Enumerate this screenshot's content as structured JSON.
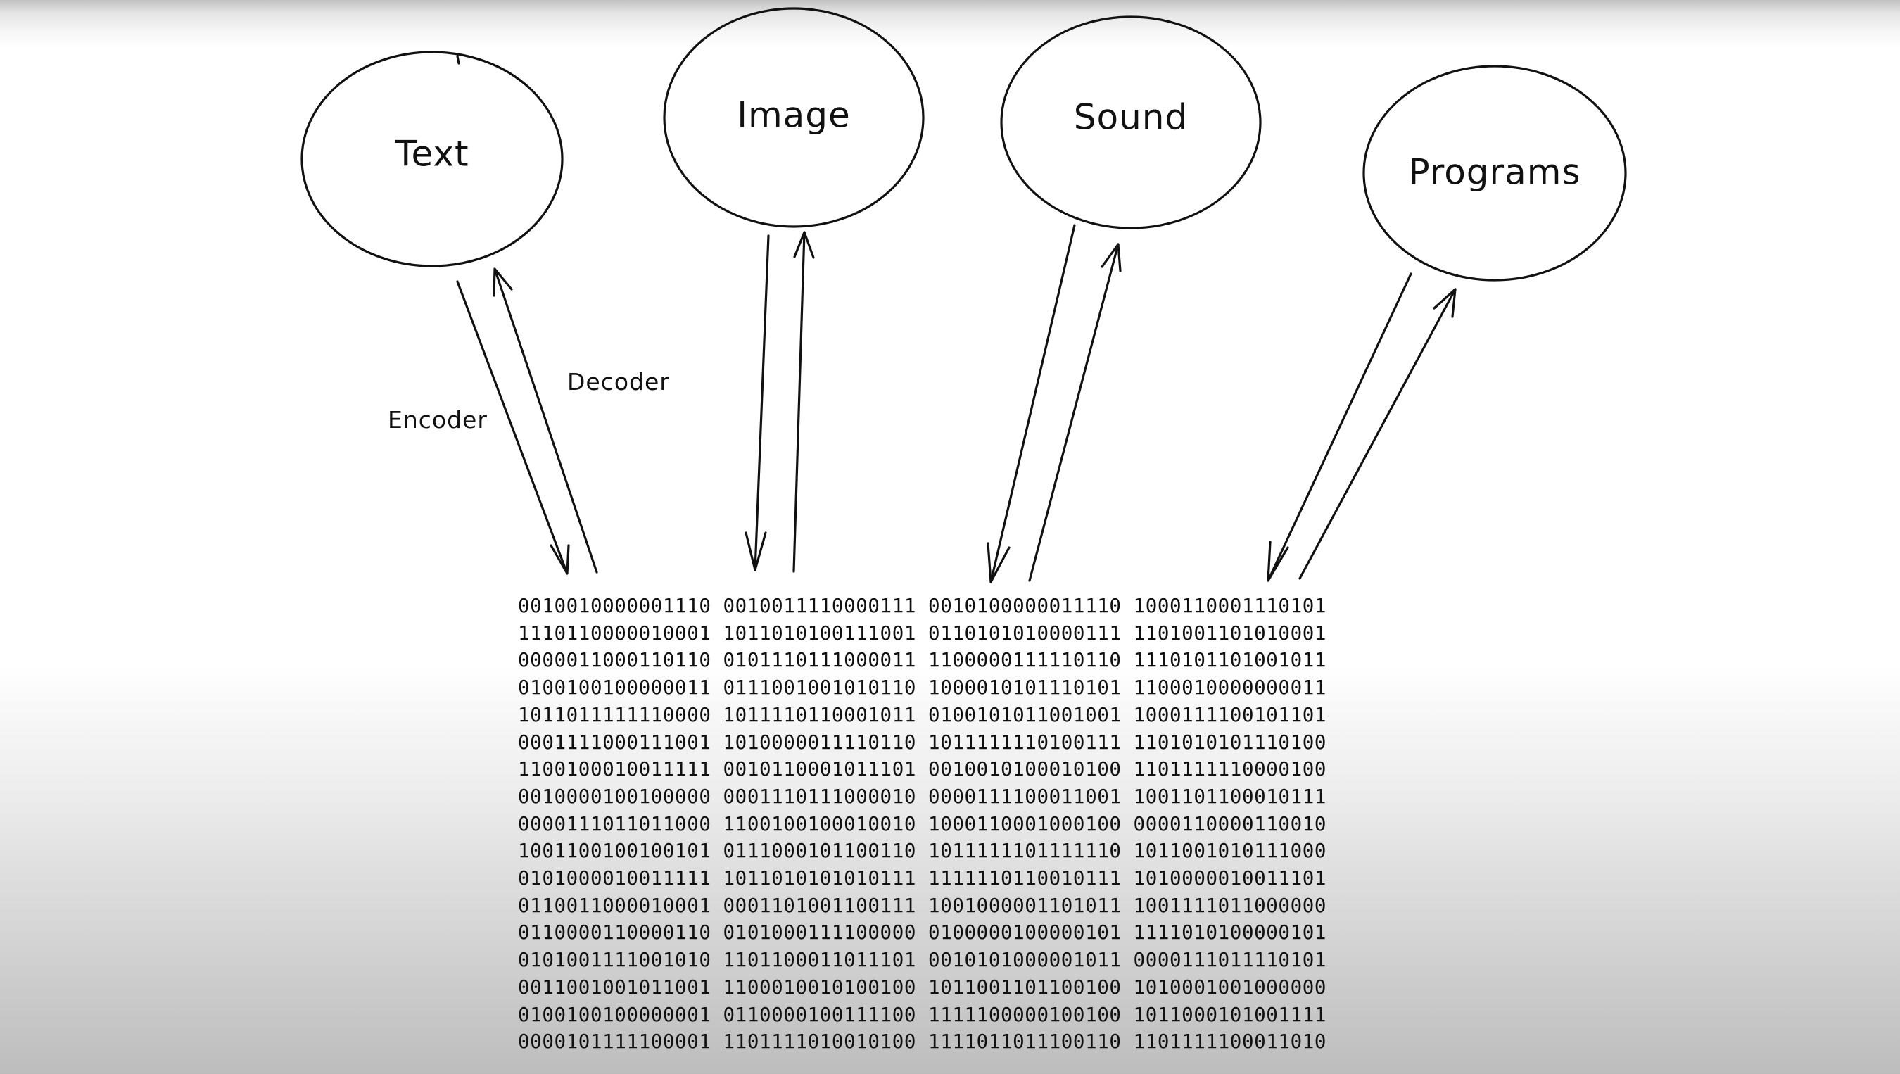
{
  "diagram": {
    "nodes": [
      {
        "id": "text",
        "label": "Text"
      },
      {
        "id": "image",
        "label": "Image"
      },
      {
        "id": "sound",
        "label": "Sound"
      },
      {
        "id": "programs",
        "label": "Programs"
      }
    ],
    "edge_labels": {
      "encoder": "Encoder",
      "decoder": "Decoder"
    },
    "edges": [
      {
        "from": "text",
        "to": "binary",
        "kind": "encoder"
      },
      {
        "from": "binary",
        "to": "text",
        "kind": "decoder"
      },
      {
        "from": "image",
        "to": "binary",
        "kind": "encoder"
      },
      {
        "from": "binary",
        "to": "image",
        "kind": "decoder"
      },
      {
        "from": "sound",
        "to": "binary",
        "kind": "encoder"
      },
      {
        "from": "binary",
        "to": "sound",
        "kind": "decoder"
      },
      {
        "from": "programs",
        "to": "binary",
        "kind": "encoder"
      },
      {
        "from": "binary",
        "to": "programs",
        "kind": "decoder"
      }
    ]
  },
  "binary": {
    "rows": [
      [
        "0010010000001110",
        "0010011110000111",
        "0010100000011110",
        "1000110001110101"
      ],
      [
        "1110110000010001",
        "1011010100111001",
        "0110101010000111",
        "1101001101010001"
      ],
      [
        "0000011000110110",
        "0101110111000011",
        "1100000111110110",
        "1110101101001011"
      ],
      [
        "0100100100000011",
        "0111001001010110",
        "1000010101110101",
        "1100010000000011"
      ],
      [
        "1011011111110000",
        "1011110110001011",
        "0100101011001001",
        "1000111100101101"
      ],
      [
        "0001111000111001",
        "1010000011110110",
        "1011111110100111",
        "1101010101110100"
      ],
      [
        "1100100010011111",
        "0010110001011101",
        "0010010100010100",
        "1101111110000100"
      ],
      [
        "0010000100100000",
        "0001110111000010",
        "0000111100011001",
        "1001101100010111"
      ],
      [
        "0000111011011000",
        "1100100100010010",
        "1000110001000100",
        "0000110000110010"
      ],
      [
        "1001100100100101",
        "0111000101100110",
        "1011111101111110",
        "1011001010111000"
      ],
      [
        "0101000010011111",
        "1011010101010111",
        "1111110110010111",
        "1010000010011101"
      ],
      [
        "0110011000010001",
        "0001101001100111",
        "1001000001101011",
        "1001111011000000"
      ],
      [
        "0110000110000110",
        "0101000111100000",
        "0100000100000101",
        "1111010100000101"
      ],
      [
        "0101001111001010",
        "1101100011011101",
        "0010101000001011",
        "0000111011110101"
      ],
      [
        "0011001001011001",
        "1100010010100100",
        "1011001101100100",
        "1010001001000000"
      ],
      [
        "0100100100000001",
        "0110000100111100",
        "1111100000100100",
        "1011000101001111"
      ],
      [
        "0000101111100001",
        "1101111010010100",
        "1111011011100110",
        "1101111100011010"
      ]
    ]
  }
}
